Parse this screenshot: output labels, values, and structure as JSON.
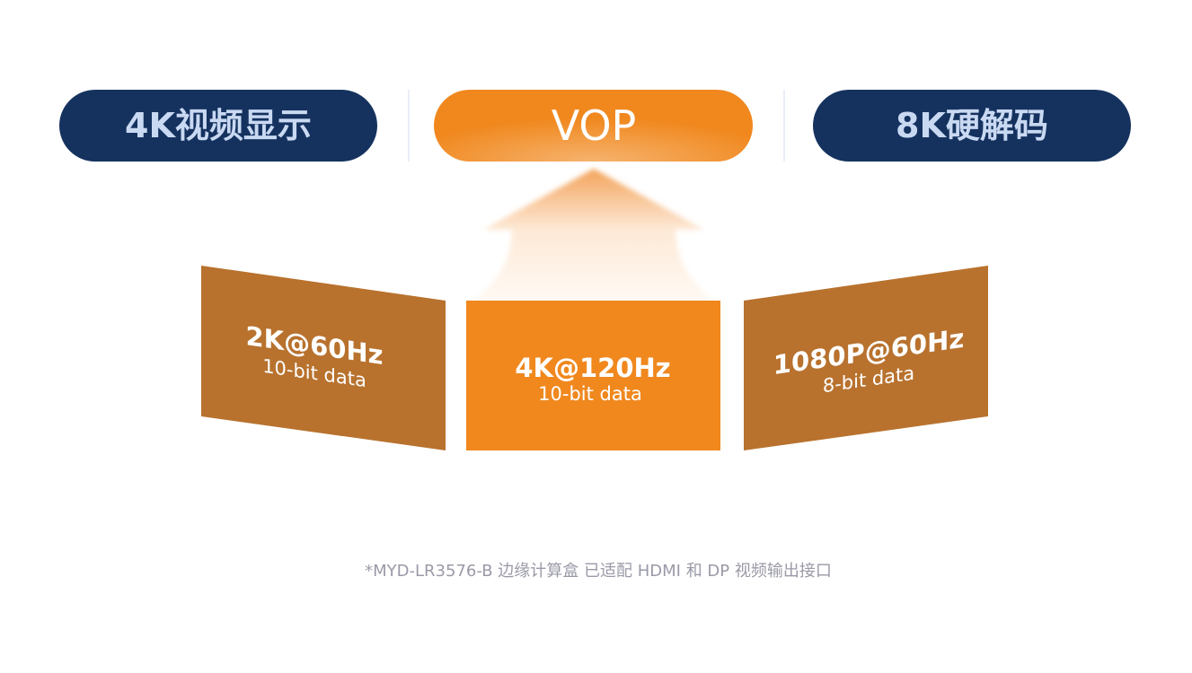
{
  "header": {
    "left_label": "4K视频显示",
    "center_label": "VOP",
    "right_label": "8K硬解码"
  },
  "panels": [
    {
      "title": "2K@60Hz",
      "subtitle": "10-bit data"
    },
    {
      "title": "4K@120Hz",
      "subtitle": "10-bit data"
    },
    {
      "title": "1080P@60Hz",
      "subtitle": "8-bit data"
    }
  ],
  "footnote": "*MYD-LR3576-B 边缘计算盒 已适配 HDMI 和 DP 视频输出接口",
  "colors": {
    "navy": "#15325f",
    "orange": "#f0881e",
    "brown": "#b8722e",
    "pill_text": "#c9d9f2"
  }
}
